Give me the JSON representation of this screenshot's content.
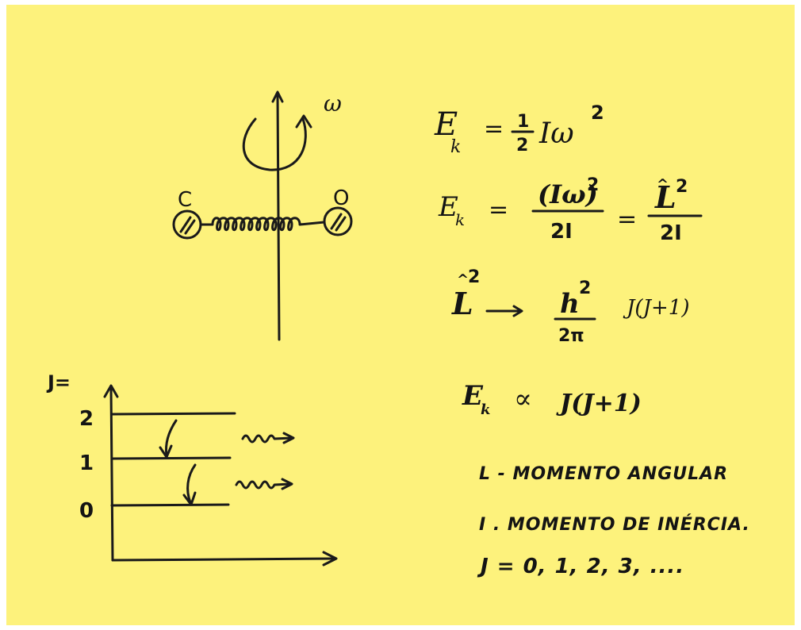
{
  "diagram": {
    "paper_color": "#fdf27c",
    "ink_color": "#1a1a1a",
    "molecule": {
      "omega": "ω",
      "atom_left": "C",
      "atom_right": "O"
    },
    "levels": {
      "axis_label": "J=",
      "labels": [
        "2",
        "1",
        "0"
      ]
    },
    "equations": {
      "e1_lhs": "E",
      "e1_sub": "k",
      "e1_eq": "=",
      "e1_num": "1",
      "e1_den": "2",
      "e1_rest": "Iω",
      "e1_exp": "2",
      "e2_lhs": "E",
      "e2_sub": "k",
      "e2_eq": "=",
      "e2_num": "(Iω)",
      "e2_num_exp": "2",
      "e2_den": "2I",
      "e2_eq2": "=",
      "e2_num2": "L",
      "e2_num2_hat": "^",
      "e2_num2_exp": "2",
      "e2_den2": "2I",
      "e3_lhs": "L",
      "e3_hat": "^",
      "e3_exp": "2",
      "e3_num": "h",
      "e3_num_exp": "2",
      "e3_den": "2π",
      "e3_rest": "J(J+1)",
      "e4": "E",
      "e4_sub": "k",
      "e4_prop": "∝",
      "e4_rest": "J(J+1)"
    },
    "notes": {
      "line1": "L - MOMENTO ANGULAR",
      "line2": "I . MOMENTO DE INÉRCIA.",
      "line3": "J = 0, 1, 2, 3, ...."
    }
  }
}
